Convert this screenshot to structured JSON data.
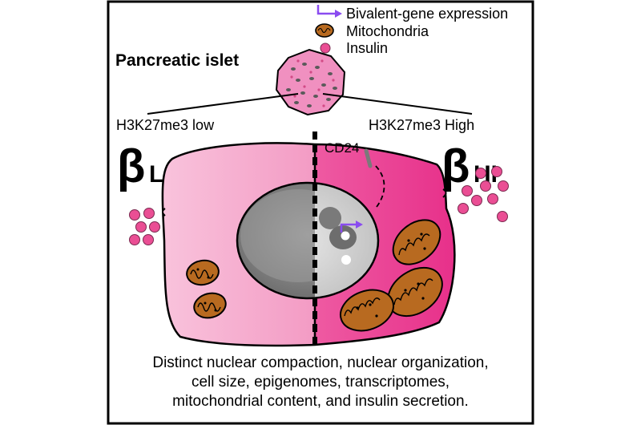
{
  "legend": {
    "items": [
      {
        "label": "Bivalent-gene expression",
        "icon": "arrow-icon"
      },
      {
        "label": "Mitochondria",
        "icon": "mitochondrion-icon"
      },
      {
        "label": "Insulin",
        "icon": "insulin-granule-icon"
      }
    ]
  },
  "islet": {
    "title": "Pancreatic islet"
  },
  "left_cell": {
    "h3k_label": "H3K27me3 low",
    "beta": "β",
    "sub": "LO"
  },
  "right_cell": {
    "h3k_label": "H3K27me3 High",
    "beta": "β",
    "sub": "HI",
    "marker": "CD24"
  },
  "caption": {
    "lines": [
      "Distinct nuclear compaction, nuclear organization,",
      "cell size, epigenomes, transcriptomes,",
      "mitochondrial content, and insulin secretion."
    ]
  },
  "colors": {
    "cell_pink": "#f7a8c9",
    "cell_hot": "#ea3f93",
    "insulin": "#ea4e94",
    "mito": "#b86a20",
    "arrow": "#8a4cf0",
    "islet": "#f090c0"
  }
}
